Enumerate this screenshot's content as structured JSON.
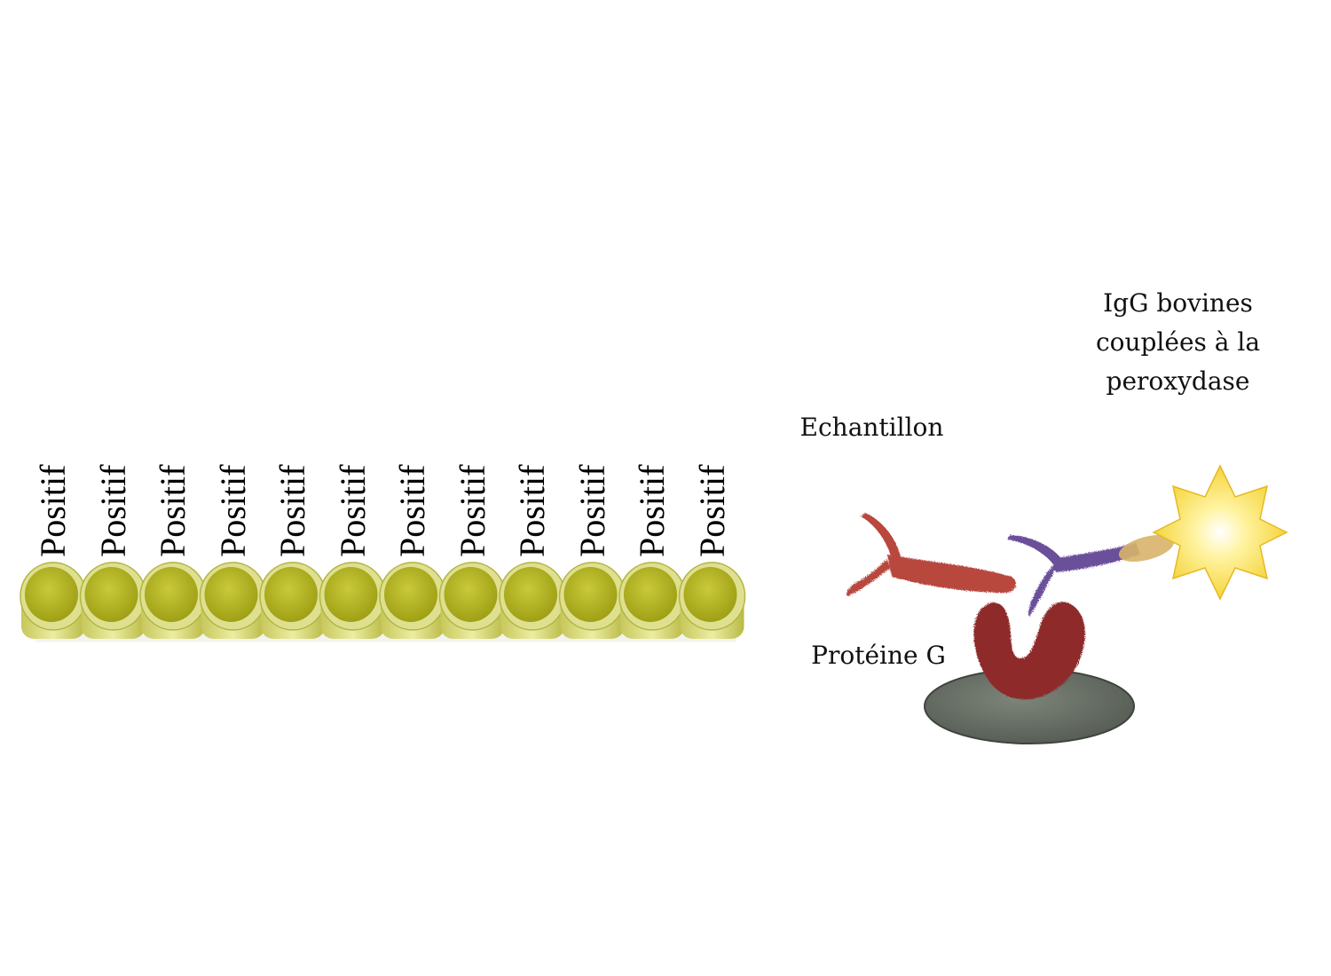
{
  "plate": {
    "wells": [
      {
        "label": "Positif"
      },
      {
        "label": "Positif"
      },
      {
        "label": "Positif"
      },
      {
        "label": "Positif"
      },
      {
        "label": "Positif"
      },
      {
        "label": "Positif"
      },
      {
        "label": "Positif"
      },
      {
        "label": "Positif"
      },
      {
        "label": "Positif"
      },
      {
        "label": "Positif"
      },
      {
        "label": "Positif"
      },
      {
        "label": "Positif"
      }
    ],
    "liquid_color": "#b7b81e",
    "tube_color": "#d6d870"
  },
  "diagram": {
    "label_igg_line1": "IgG bovines",
    "label_igg_line2": "couplées à la",
    "label_igg_line3": "peroxydase",
    "label_sample": "Echantillon",
    "label_protein": "Protéine G",
    "colors": {
      "sample_antibody": "#b8473d",
      "igg_antibody": "#6a4f9a",
      "protein_g": "#8e2a2c",
      "disk": "#6b7268",
      "enzyme_star": "#f6d743",
      "peroxidase_tip": "#d8b36a"
    }
  }
}
